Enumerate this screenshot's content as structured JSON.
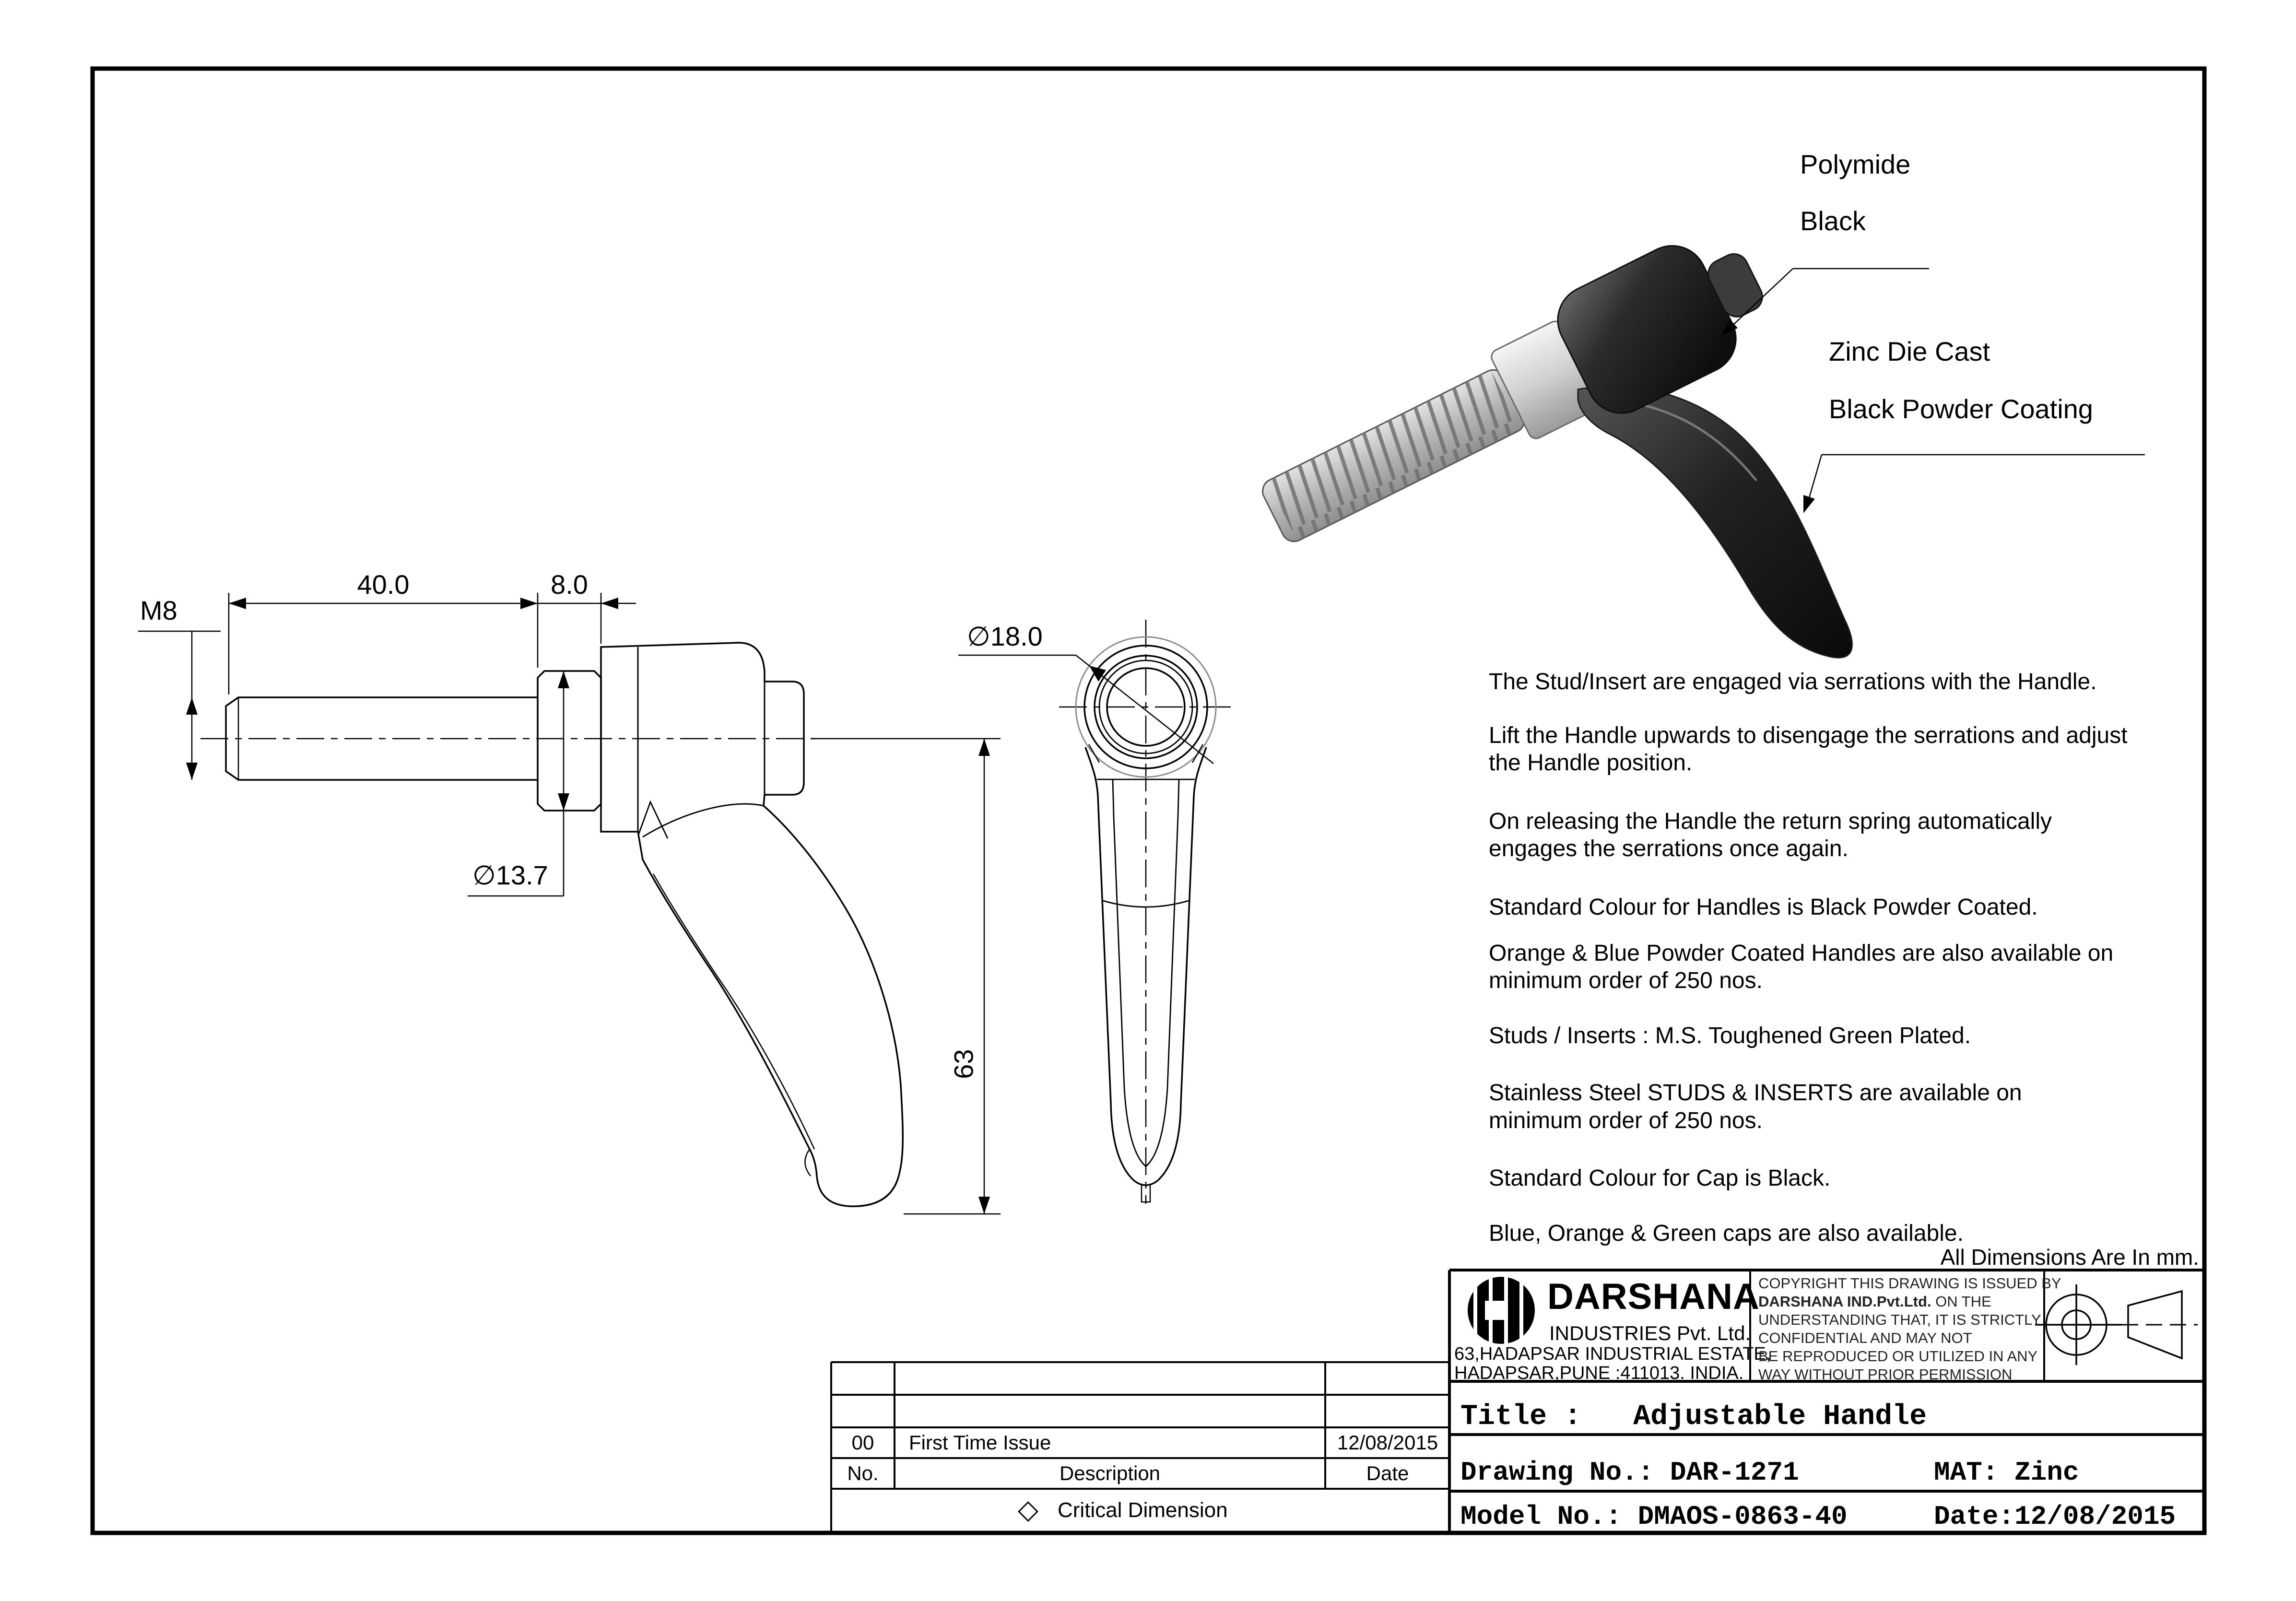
{
  "page": {
    "bg_color": "#ffffff",
    "line_color": "#000000",
    "units_note": "All Dimensions Are In mm."
  },
  "pictorial": {
    "cap_label_line1": "Polymide",
    "cap_label_line2": "Black",
    "handle_label_line1": "Zinc Die Cast",
    "handle_label_line2": "Black Powder Coating",
    "colors": {
      "cap_black": "#1d1d1d",
      "handle_black": "#161616",
      "metal_grey": "#c6c6c6"
    }
  },
  "dimensions": {
    "thread": "M8",
    "stud_length": "40.0",
    "washer_width": "8.0",
    "washer_dia": "∅13.7",
    "ring_dia": "∅18.0",
    "handle_length": "63"
  },
  "notes": {
    "lines": [
      "The Stud/Insert are engaged via serrations with the Handle.",
      "Lift the Handle upwards to disengage the serrations and adjust",
      "the Handle position.",
      "On releasing the Handle the return spring automatically",
      "engages the serrations once again.",
      "Standard Colour for Handles is Black Powder Coated.",
      "Orange & Blue Powder Coated Handles are also available on",
      "minimum order of 250 nos.",
      "Studs / Inserts : M.S. Toughened Green Plated.",
      "Stainless Steel STUDS & INSERTS are available on",
      "minimum order of 250 nos.",
      "Standard Colour for Cap is Black.",
      "Blue, Orange & Green caps are also available."
    ]
  },
  "title_block": {
    "company": {
      "name": "DARSHANA",
      "subtitle": "INDUSTRIES Pvt. Ltd.",
      "address_line1": "63,HADAPSAR INDUSTRIAL ESTATE,",
      "address_line2": "HADAPSAR,PUNE :411013. INDIA."
    },
    "copyright": {
      "l1": "COPYRIGHT THIS DRAWING IS ISSUED BY",
      "l2_bold": "DARSHANA IND.Pvt.Ltd.",
      "l2_rest": " ON THE",
      "l3": "UNDERSTANDING THAT, IT IS STRICTLY",
      "l4": "CONFIDENTIAL AND MAY NOT",
      "l5": "BE REPRODUCED OR UTILIZED IN ANY",
      "l6": "WAY WITHOUT PRIOR PERMISSION"
    },
    "title_label": "Title :",
    "title_value": "Adjustable Handle",
    "drawing_no_label": "Drawing No.:",
    "drawing_no_value": "DAR-1271",
    "mat_label": "MAT:",
    "mat_value": "Zinc",
    "model_no_label": "Model No.:",
    "model_no_value": "DMAOS-0863-40",
    "date_label": "Date:",
    "date_value": "12/08/2015"
  },
  "revision_table": {
    "headers": {
      "no": "No.",
      "description": "Description",
      "date": "Date"
    },
    "row": {
      "no": "00",
      "description": "First Time Issue",
      "date": "12/08/2015"
    },
    "legend_icon": "◇",
    "legend_label": "Critical Dimension"
  }
}
